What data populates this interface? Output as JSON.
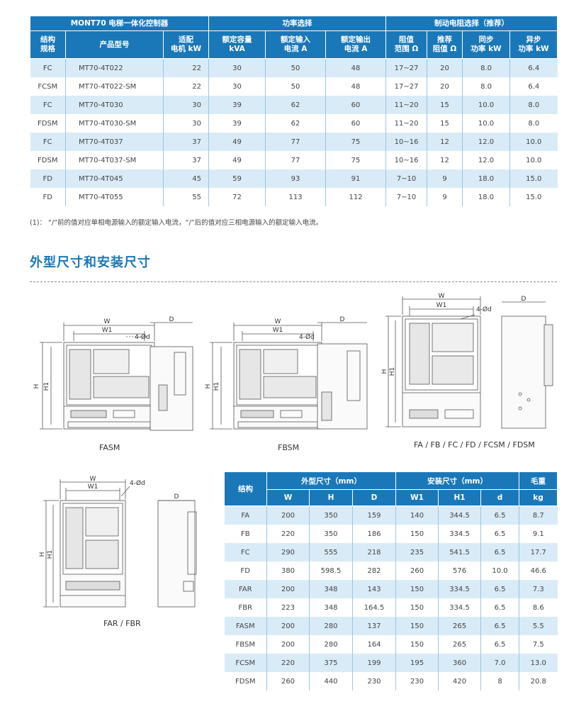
{
  "spec_table": {
    "group_headers": [
      "MONT70 电梯一体化控制器",
      "功率选择",
      "制动电阻选择（推荐）"
    ],
    "columns": [
      "结构\n规格",
      "产品型号",
      "适配\n电机 kW",
      "额定容量\nkVA",
      "额定输入\n电流 A",
      "额定输出\n电流 A",
      "阻值\n范围 Ω",
      "推荐\n阻值 Ω",
      "同步\n功率 kW",
      "异步\n功率 kW"
    ],
    "rows": [
      [
        "FC",
        "MT70-4T022",
        "22",
        "30",
        "50",
        "48",
        "17~27",
        "20",
        "8.0",
        "6.4"
      ],
      [
        "FCSM",
        "MT70-4T022-SM",
        "22",
        "30",
        "50",
        "48",
        "17~27",
        "20",
        "8.0",
        "6.4"
      ],
      [
        "FC",
        "MT70-4T030",
        "30",
        "39",
        "62",
        "60",
        "11~20",
        "15",
        "10.0",
        "8.0"
      ],
      [
        "FDSM",
        "MT70-4T030-SM",
        "30",
        "39",
        "62",
        "60",
        "11~20",
        "15",
        "10.0",
        "8.0"
      ],
      [
        "FC",
        "MT70-4T037",
        "37",
        "49",
        "77",
        "75",
        "10~16",
        "12",
        "12.0",
        "10.0"
      ],
      [
        "FDSM",
        "MT70-4T037-SM",
        "37",
        "49",
        "77",
        "75",
        "10~16",
        "12",
        "12.0",
        "10.0"
      ],
      [
        "FD",
        "MT70-4T045",
        "45",
        "59",
        "93",
        "91",
        "7~10",
        "9",
        "18.0",
        "15.0"
      ],
      [
        "FD",
        "MT70-4T055",
        "55",
        "72",
        "113",
        "112",
        "7~10",
        "9",
        "18.0",
        "15.0"
      ]
    ]
  },
  "note": "(1)：  “/”前的值对应单相电源输入的额定输入电流，“/”后的值对应三相电源输入的额定输入电流。",
  "section_title": "外型尺寸和安装尺寸",
  "drawings": {
    "labels": {
      "w": "W",
      "w1": "W1",
      "d": "D",
      "h": "H",
      "h1": "H1",
      "hole": "4-Ød"
    },
    "captions": [
      "FASM",
      "FBSM",
      "FA / FB / FC / FD / FCSM / FDSM",
      "FAR / FBR"
    ]
  },
  "dims_table": {
    "group_headers": [
      "结构",
      "外型尺寸（mm）",
      "安装尺寸（mm）",
      "毛重"
    ],
    "columns": [
      "W",
      "H",
      "D",
      "W1",
      "H1",
      "d",
      "kg"
    ],
    "rows": [
      [
        "FA",
        "200",
        "350",
        "159",
        "140",
        "344.5",
        "6.5",
        "8.7"
      ],
      [
        "FB",
        "220",
        "350",
        "186",
        "150",
        "334.5",
        "6.5",
        "9.1"
      ],
      [
        "FC",
        "290",
        "555",
        "218",
        "235",
        "541.5",
        "6.5",
        "17.7"
      ],
      [
        "FD",
        "380",
        "598.5",
        "282",
        "260",
        "576",
        "10.0",
        "46.6"
      ],
      [
        "FAR",
        "200",
        "348",
        "143",
        "150",
        "334.5",
        "6.5",
        "7.3"
      ],
      [
        "FBR",
        "223",
        "348",
        "164.5",
        "150",
        "334.5",
        "6.5",
        "8.6"
      ],
      [
        "FASM",
        "200",
        "280",
        "137",
        "150",
        "265",
        "6.5",
        "5.5"
      ],
      [
        "FBSM",
        "200",
        "280",
        "164",
        "150",
        "265",
        "6.5",
        "7.5"
      ],
      [
        "FCSM",
        "220",
        "375",
        "199",
        "195",
        "360",
        "7.0",
        "13.0"
      ],
      [
        "FDSM",
        "260",
        "440",
        "230",
        "230",
        "420",
        "8",
        "20.8"
      ]
    ]
  },
  "colors": {
    "accent": "#1a78b8",
    "row_alt": "#d9ebf7"
  }
}
